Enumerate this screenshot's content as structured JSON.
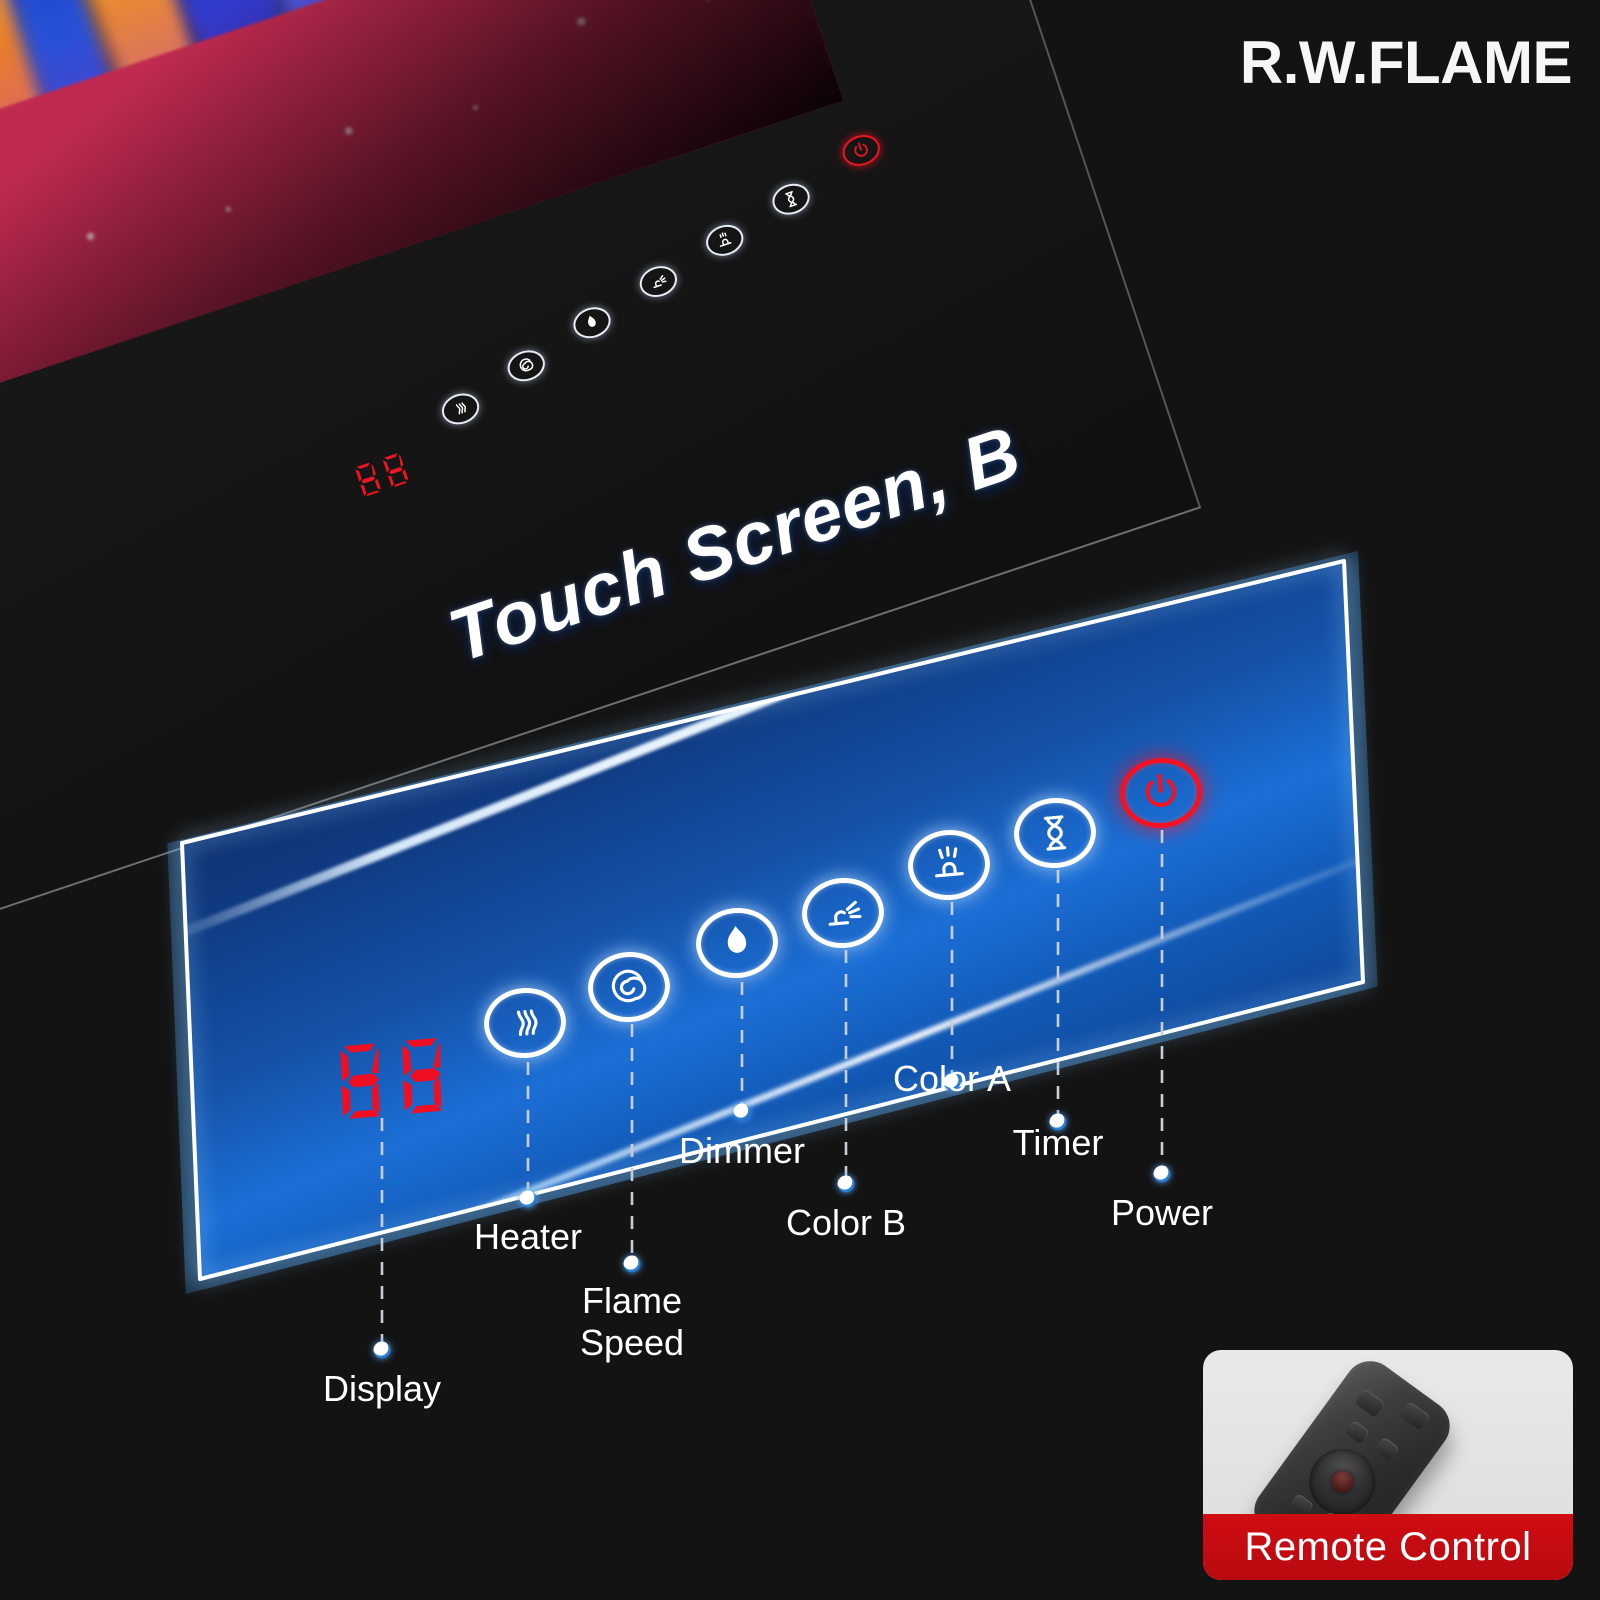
{
  "brand": {
    "name": "R.W.FLAME"
  },
  "panel": {
    "title": "Touch Screen, B",
    "display_value": "88",
    "mini_display_value": "88"
  },
  "controls": [
    {
      "key": "display",
      "label": "Display",
      "icon": "seven-segment-display-icon"
    },
    {
      "key": "heater",
      "label": "Heater",
      "icon": "heater-icon"
    },
    {
      "key": "flame_speed",
      "label_line1": "Flame",
      "label_line2": "Speed",
      "label": "Flame Speed",
      "icon": "flame-speed-spiral-icon"
    },
    {
      "key": "dimmer",
      "label": "Dimmer",
      "icon": "flame-dimmer-icon"
    },
    {
      "key": "color_b",
      "label": "Color B",
      "icon": "color-b-light-icon"
    },
    {
      "key": "color_a",
      "label": "Color A",
      "icon": "color-a-light-icon"
    },
    {
      "key": "timer",
      "label": "Timer",
      "icon": "hourglass-timer-icon"
    },
    {
      "key": "power",
      "label": "Power",
      "icon": "power-icon"
    }
  ],
  "remote": {
    "caption": "Remote  Control",
    "image": "remote-control-photo"
  },
  "colors": {
    "background": "#131313",
    "panel_blue_dark": "#0a1f4c",
    "panel_blue_bright": "#1c6fd6",
    "power_red": "#f41222",
    "display_red": "#ee1420",
    "banner_red": "#cf0d13",
    "label_white": "#ffffff",
    "leader_dot_ring": "#2f86d8"
  }
}
